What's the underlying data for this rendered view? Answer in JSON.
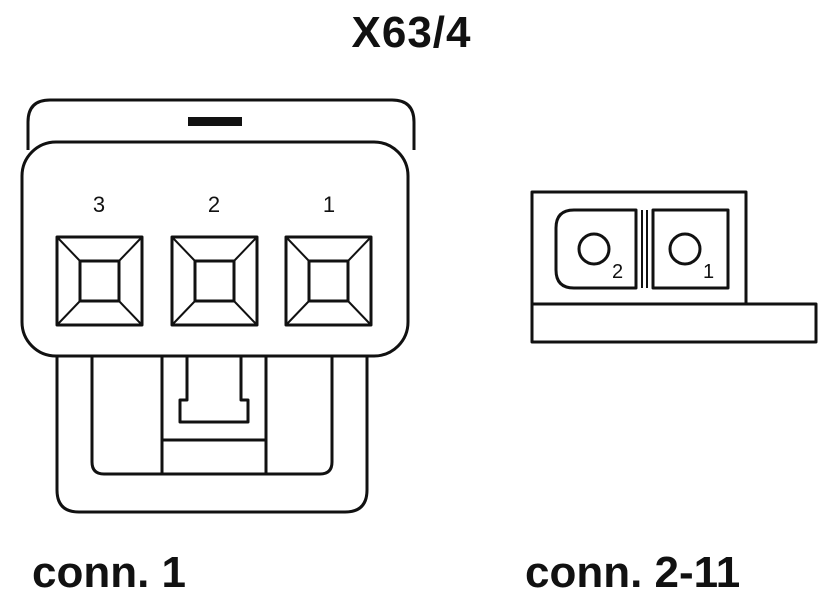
{
  "title": "X63/4",
  "connector_1": {
    "caption": "conn. 1",
    "pins": [
      "3",
      "2",
      "1"
    ]
  },
  "connector_2": {
    "caption": "conn. 2-11",
    "pins": [
      "2",
      "1"
    ]
  },
  "colors": {
    "line": "#111111",
    "background": "#ffffff"
  }
}
